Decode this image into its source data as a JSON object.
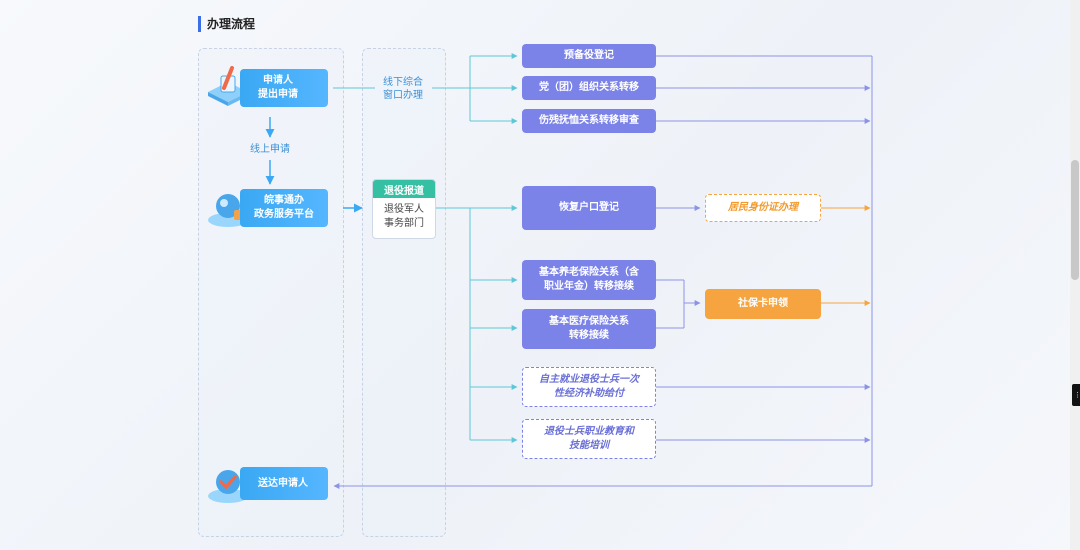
{
  "section": {
    "title": "办理流程"
  },
  "left": {
    "apply": "申请人\n提出申请",
    "online_label": "线上申请",
    "platform": "皖事通办\n政务服务平台",
    "deliver": "送达申请人"
  },
  "middle": {
    "offline_label": "线下综合\n窗口办理",
    "dept_head": "退役报道",
    "dept_body": "退役军人\n事务部门"
  },
  "right": {
    "items": [
      "预备役登记",
      "党（团）组织关系转移",
      "伤残抚恤关系转移审查",
      "恢复户口登记",
      "基本养老保险关系（含\n职业年金）转移接续",
      "基本医疗保险关系\n转移接续",
      "自主就业退役士兵一次\n性经济补助给付",
      "退役士兵职业教育和\n技能培训"
    ],
    "id_card": "居民身份证办理",
    "social_card": "社保卡申领"
  },
  "colors": {
    "blue": "#3aa8f3",
    "purple": "#7b82e8",
    "orange": "#f5a43f",
    "teal": "#35c0a4",
    "line_teal": "#5ec7d6",
    "line_purple": "#8c93e6"
  }
}
